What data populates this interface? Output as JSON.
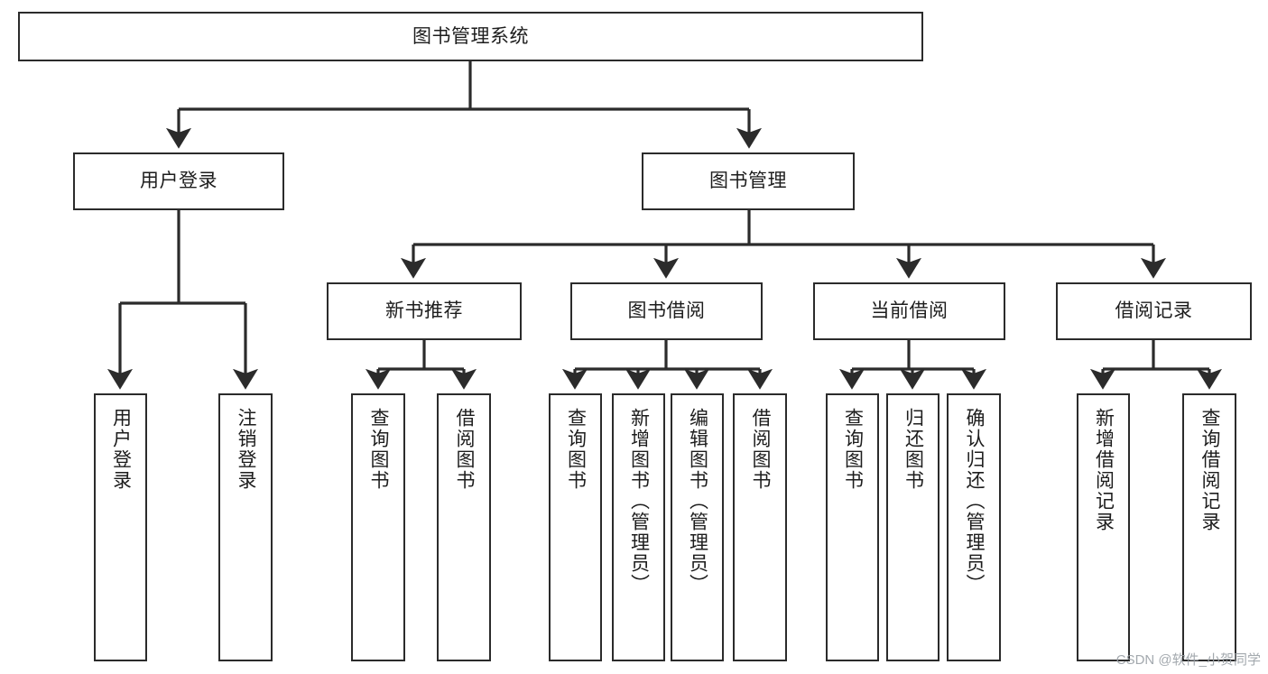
{
  "diagram": {
    "type": "tree-hierarchy-diagram",
    "title": "图书管理系统",
    "watermark": "CSDN @软件_小贺同学",
    "colors": {
      "box_border": "#2b2b2b",
      "box_fill": "#ffffff",
      "edge": "#2b2b2b",
      "text": "#1d1d1d",
      "watermark": "#9aa0a6"
    },
    "nodes": {
      "root": {
        "label": "图书管理系统",
        "level": 1
      },
      "l2": [
        {
          "label": "用户登录",
          "level": 2
        },
        {
          "label": "图书管理",
          "level": 2
        }
      ],
      "l3": [
        {
          "label": "新书推荐",
          "level": 3
        },
        {
          "label": "图书借阅",
          "level": 3
        },
        {
          "label": "当前借阅",
          "level": 3
        },
        {
          "label": "借阅记录",
          "level": 3
        }
      ],
      "leaves": {
        "user_login": [
          {
            "label": "用户登录"
          },
          {
            "label": "注销登录"
          }
        ],
        "new_book_recommend": [
          {
            "label": "查询图书"
          },
          {
            "label": "借阅图书"
          }
        ],
        "book_borrow": [
          {
            "label": "查询图书"
          },
          {
            "label": "新增图书（管理员）"
          },
          {
            "label": "编辑图书（管理员）"
          },
          {
            "label": "借阅图书"
          }
        ],
        "current_borrow": [
          {
            "label": "查询图书"
          },
          {
            "label": "归还图书"
          },
          {
            "label": "确认归还（管理员）"
          }
        ],
        "borrow_record": [
          {
            "label": "新增借阅记录"
          },
          {
            "label": "查询借阅记录"
          }
        ]
      }
    }
  }
}
